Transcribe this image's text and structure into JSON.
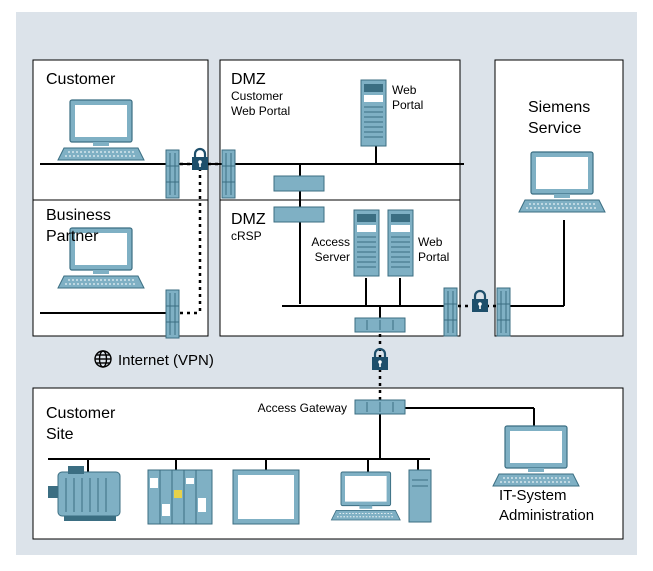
{
  "zones": {
    "customer": {
      "title": "Customer"
    },
    "business_partner": {
      "title_line1": "Business",
      "title_line2": "Partner"
    },
    "dmz_portal": {
      "title": "DMZ",
      "sub_line1": "Customer",
      "sub_line2": "Web Portal",
      "server_label_line1": "Web",
      "server_label_line2": "Portal"
    },
    "dmz_crsp": {
      "title": "DMZ",
      "sub": "cRSP",
      "access_server_line1": "Access",
      "access_server_line2": "Server",
      "web_portal_line1": "Web",
      "web_portal_line2": "Portal"
    },
    "siemens": {
      "title_line1": "Siemens",
      "title_line2": "Service"
    },
    "customer_site": {
      "title_line1": "Customer",
      "title_line2": "Site",
      "gateway_label": "Access Gateway",
      "it_line1": "IT-System",
      "it_line2": "Administration"
    }
  },
  "internet": {
    "label": "Internet (VPN)",
    "icon": "globe-icon"
  },
  "colors": {
    "background": "#dce3ea",
    "zone_fill": "#ffffff",
    "device": "#7fb0c4",
    "device_dark": "#3b6e82",
    "lock": "#1e4f6b",
    "line": "#000000"
  }
}
